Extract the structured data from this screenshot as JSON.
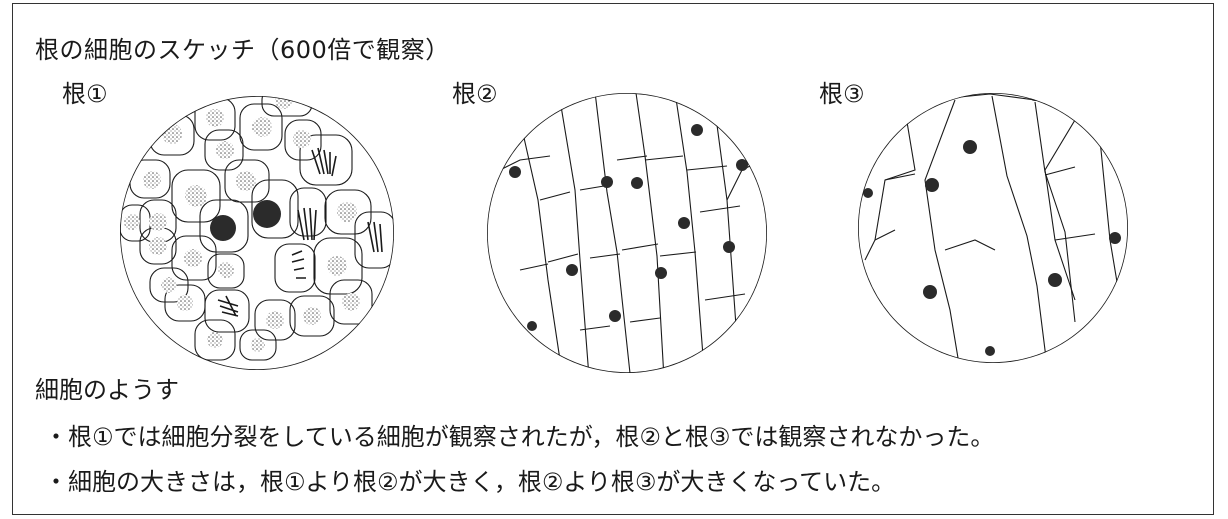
{
  "title": "根の細胞のスケッチ（600倍で観察）",
  "roots": [
    {
      "label": "根①"
    },
    {
      "label": "根②"
    },
    {
      "label": "根③"
    }
  ],
  "observations": {
    "heading": "細胞のようす",
    "bullet_char": "・",
    "items": [
      "根①では細胞分裂をしている細胞が観察されたが，根②と根③では観察されなかった。",
      "細胞の大きさは，根①より根②が大きく，根②より根③が大きくなっていた。"
    ]
  },
  "colors": {
    "ink": "#1a1a1a",
    "nucleus": "#2b2b2b",
    "nucleus_light": "#8a8a8a"
  }
}
